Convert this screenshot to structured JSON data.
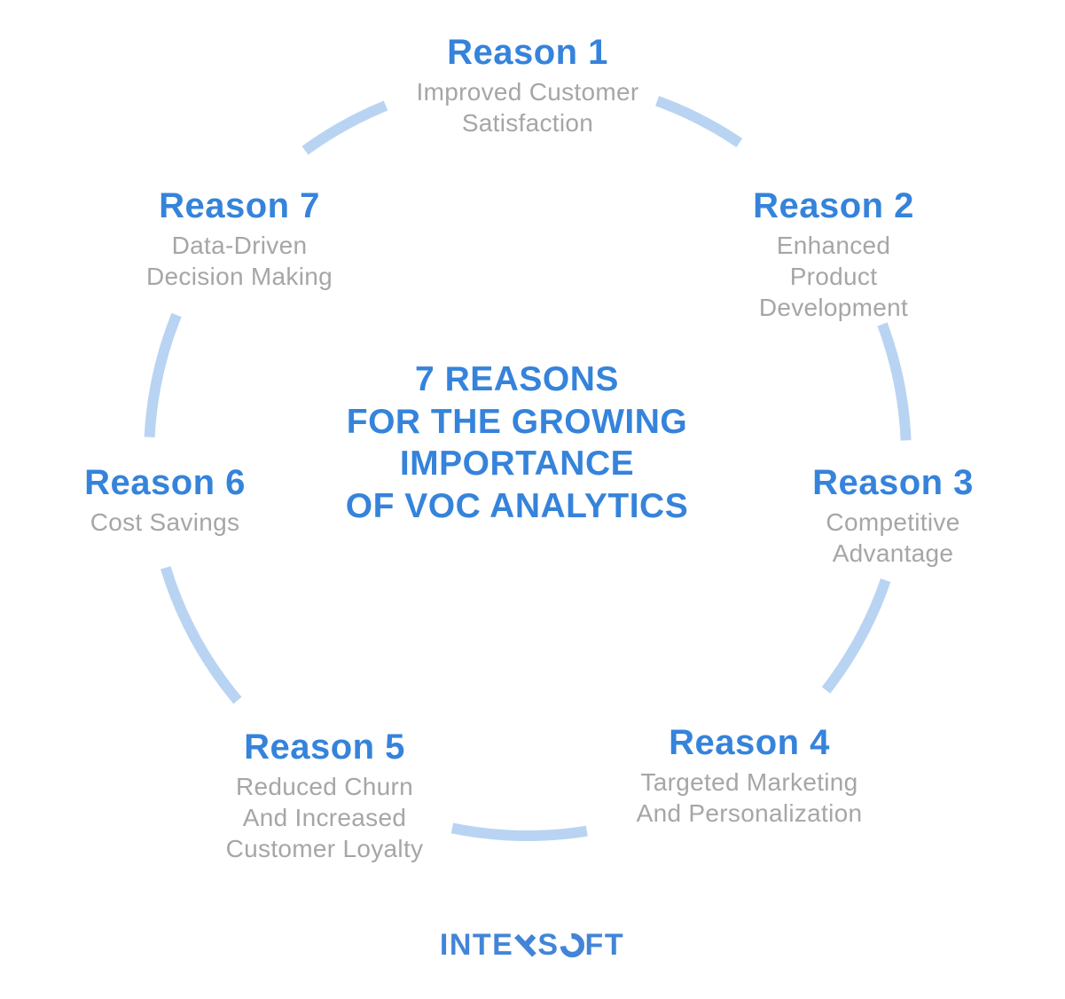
{
  "colors": {
    "accent_blue": "#3583db",
    "subtitle_gray": "#a6a6a6",
    "arc_blue": "#b9d4f2",
    "logo_blue": "#4285d8",
    "page_bg": "#ffffff"
  },
  "center": {
    "title": "7 REASONS\nFOR THE GROWING\nIMPORTANCE\nOF VOC ANALYTICS"
  },
  "reasons": [
    {
      "title": "Reason 1",
      "subtitle": "Improved Customer\nSatisfaction"
    },
    {
      "title": "Reason 2",
      "subtitle": "Enhanced\nProduct\nDevelopment"
    },
    {
      "title": "Reason 3",
      "subtitle": "Competitive\nAdvantage"
    },
    {
      "title": "Reason 4",
      "subtitle": "Targeted Marketing\nAnd Personalization"
    },
    {
      "title": "Reason 5",
      "subtitle": "Reduced Churn\nAnd Increased\nCustomer Loyalty"
    },
    {
      "title": "Reason 6",
      "subtitle": "Cost Savings"
    },
    {
      "title": "Reason 7",
      "subtitle": "Data-Driven\nDecision Making"
    }
  ],
  "logo": {
    "text": "INTEXSOFT",
    "part_inte": "INTE",
    "part_s": "S",
    "part_ft": "FT"
  }
}
